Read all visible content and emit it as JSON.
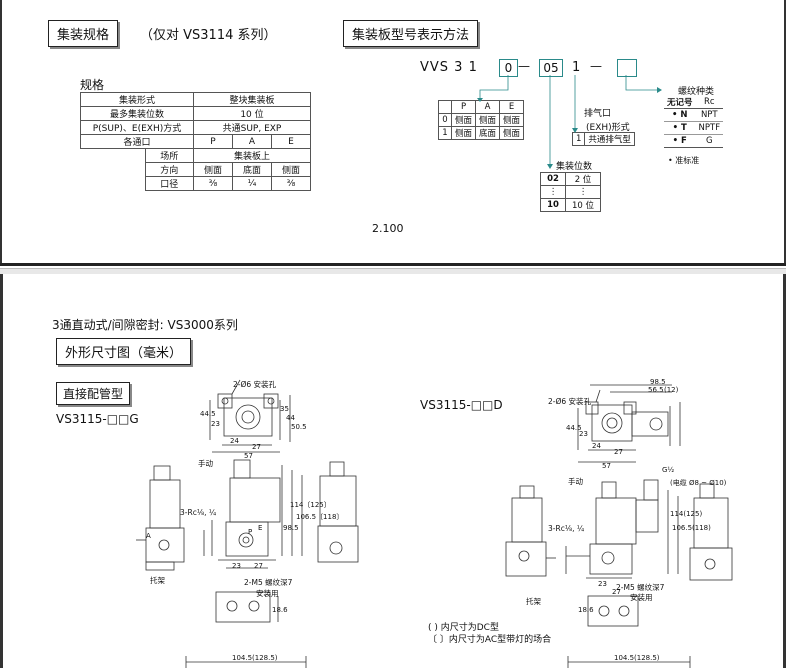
{
  "header": {
    "manifold_spec_title": "集装规格",
    "applicable_note": "（仅对 VS3114 系列）",
    "model_code_title": "集装板型号表示方法"
  },
  "spec": {
    "heading": "规格",
    "rows": [
      {
        "label": "集装形式",
        "value": "整块集装板"
      },
      {
        "label": "最多集装位数",
        "value": "10 位"
      },
      {
        "label": "P(SUP)、E(EXH)方式",
        "value": "共通SUP, EXP"
      }
    ],
    "port_row": {
      "label": "各通口",
      "cols": [
        "P",
        "A",
        "E"
      ]
    },
    "location_row": {
      "label": "场所",
      "value": "集装板上"
    },
    "direction_row": {
      "label": "方向",
      "cols": [
        "侧面",
        "底面",
        "侧面"
      ]
    },
    "bore_row": {
      "label": "口径",
      "cols": [
        "⅜",
        "¼",
        "⅜"
      ]
    }
  },
  "model_code": {
    "prefix": "VVS 3 1",
    "box1": "0",
    "box2": "05",
    "digit3": "1",
    "dash": "—",
    "port_table": {
      "header": [
        "",
        "P",
        "A",
        "E"
      ],
      "rows": [
        [
          "0",
          "侧面",
          "侧面",
          "侧面"
        ],
        [
          "1",
          "侧面",
          "底面",
          "侧面"
        ]
      ]
    },
    "exh_label1": "排气口",
    "exh_label2": "(EXH)形式",
    "exh_table": [
      [
        "1",
        "共通排气型"
      ]
    ],
    "stations_label": "集装位数",
    "stations_table": [
      [
        "02",
        "2 位"
      ],
      [
        "⋮",
        "⋮"
      ],
      [
        "10",
        "10 位"
      ]
    ],
    "thread_label": "螺纹种类",
    "thread_table": {
      "header": [
        "无记号",
        "Rc"
      ],
      "rows": [
        [
          "• N",
          "NPT"
        ],
        [
          "• T",
          "NPTF"
        ],
        [
          "• F",
          "G"
        ]
      ]
    },
    "thread_note": "• 准标准"
  },
  "page_number": "2.100",
  "section2": {
    "series_title": "3通直动式/间隙密封: VS3000系列",
    "dims_title": "外形尺寸图（毫米）",
    "direct_piping": "直接配管型",
    "model_g": "VS3115-□□G",
    "model_d": "VS3115-□□D",
    "note_paren": "(    ) 内尺寸为DC型",
    "note_bracket": "〔    〕内尺寸为AC型带灯的场合"
  },
  "drawing_g": {
    "hole_label": "2-Ø6 安装孔",
    "manual_label": "手动",
    "port_label": "3-Rc⅛, ¼",
    "bracket_label": "托架",
    "screw_label": "2-M5 螺纹深7",
    "mount_label": "安装用",
    "dims": {
      "d445": "44.5",
      "d23a": "23",
      "d35": "35",
      "d44": "44",
      "d505": "50.5",
      "d24": "24",
      "d27": "27",
      "d57": "57",
      "d114": "114〔125〕",
      "d1065": "106.5〔118〕",
      "d985": "98.5",
      "d23b": "23",
      "d27b": "27",
      "d186": "18.6",
      "d1045": "104.5(128.5)",
      "p_label": "P",
      "e_label": "E",
      "a_label": "A"
    }
  },
  "drawing_d": {
    "hole_label": "2-Ø6 安装孔",
    "manual_label": "手动",
    "port_label": "3-Rc⅛, ¼",
    "bracket_label": "托架",
    "screw_label": "2-M5 螺纹深7",
    "mount_label": "安装用",
    "cable_label": "(电缆 Ø8 ~ Ø10)",
    "g_label": "G½",
    "dims": {
      "d985": "98.5",
      "d565": "56.5",
      "d12": "(12)",
      "d445": "44.5",
      "d23": "23",
      "d24": "24",
      "d27": "27",
      "d57": "57",
      "d114": "114(125)",
      "d1065": "106.5(118)",
      "d23b": "23",
      "d27b": "27",
      "d186": "18.6",
      "d1045": "104.5(128.5)"
    }
  }
}
